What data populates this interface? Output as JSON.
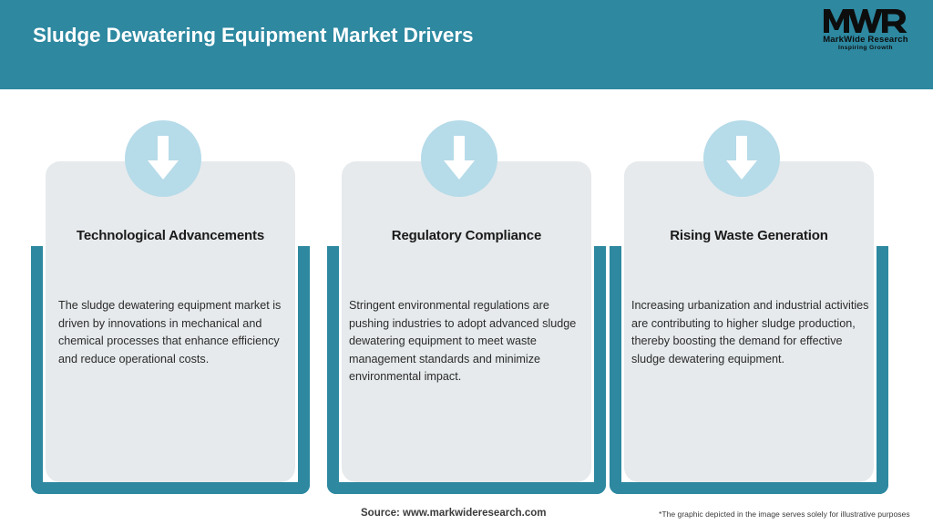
{
  "header": {
    "title": "Sludge Dewatering Equipment Market Drivers",
    "background_color": "#2d88a0",
    "title_color": "#ffffff"
  },
  "logo": {
    "mark": "MWR",
    "name": "MarkWide Research",
    "tagline": "Inspiring Growth"
  },
  "theme": {
    "teal": "#2d88a0",
    "card_background": "#e6eaec",
    "icon_circle": "#b6dbe9",
    "arrow": "#ffffff",
    "page_background": "#ffffff"
  },
  "cards": [
    {
      "icon": "arrow-down-icon",
      "heading": "Technological Advancements",
      "body": "The sludge dewatering equipment market is driven by innovations in mechanical and chemical processes that enhance efficiency and reduce operational costs."
    },
    {
      "icon": "arrow-down-icon",
      "heading": "Regulatory Compliance",
      "body": "Stringent environmental regulations are pushing industries to adopt advanced sludge dewatering equipment to meet waste management standards and minimize environmental impact."
    },
    {
      "icon": "arrow-down-icon",
      "heading": "Rising Waste Generation",
      "body": "Increasing urbanization and industrial activities are contributing to higher sludge production, thereby boosting the demand for effective sludge dewatering equipment."
    }
  ],
  "footer": {
    "source": "Source: www.markwideresearch.com",
    "disclaimer": "*The graphic depicted in the image serves solely for illustrative purposes"
  }
}
